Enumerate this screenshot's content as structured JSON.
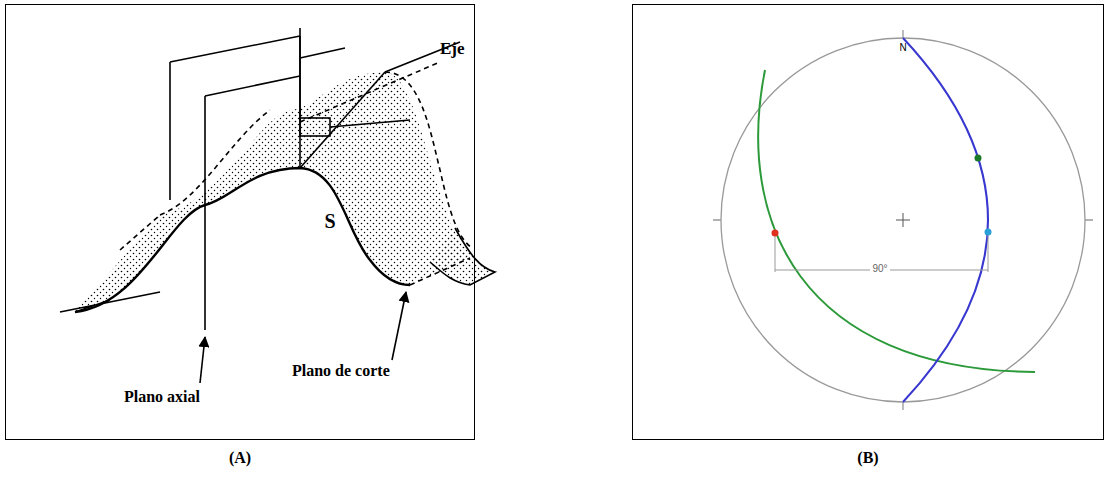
{
  "diagram": {
    "nodes": [
      {
        "text": [
          "(A)"
        ]
      },
      {
        "text": [
          "(B)"
        ]
      }
    ],
    "labels": [
      "Eje",
      "S",
      "Plano axial",
      "Plano de corte",
      "N",
      "90°"
    ]
  }
}
